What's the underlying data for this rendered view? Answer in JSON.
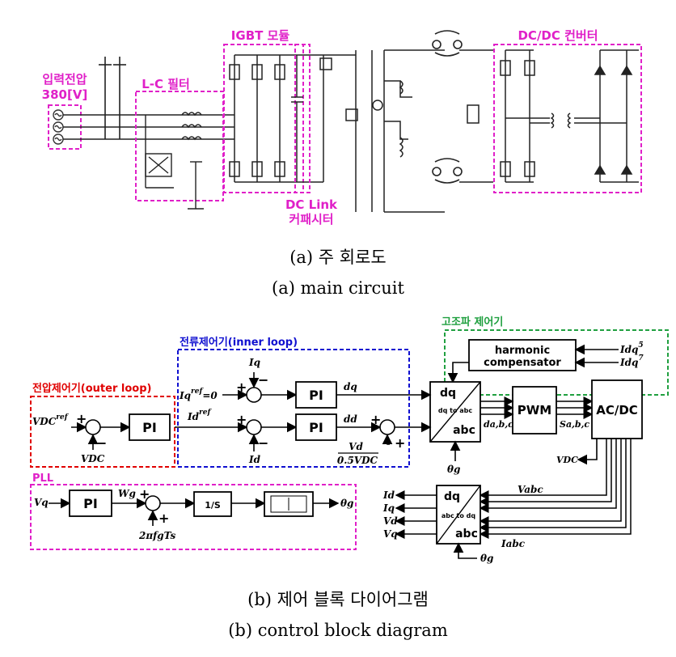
{
  "circuit": {
    "input_label_1": "입력전압",
    "input_label_2": "380[V]",
    "lc_filter": "L-C 필터",
    "igbt_module": "IGBT 모듈",
    "dc_link_1": "DC Link",
    "dc_link_2": "커패시터",
    "dcdc_converter": "DC/DC 컨버터"
  },
  "captions": {
    "a_korean": "(a)  주 회로도",
    "a_english": "(a)  main  circuit",
    "b_korean": "(b)  제어 블록 다이어그램",
    "b_english": "(b)  control  block  diagram"
  },
  "control": {
    "harmonic_group": "고조파 제어기",
    "harmonic_block_1": "harmonic",
    "harmonic_block_2": "compensator",
    "current_group": "전류제어기(inner  loop)",
    "voltage_group": "전압제어기(outer  loop)",
    "pll_group": "PLL",
    "pi": "PI",
    "pwm": "PWM",
    "acdc": "AC/DC",
    "dq": "dq",
    "abc": "abc",
    "dq_to_abc": "dq to abc",
    "abc_to_dq": "abc to dq",
    "iq_ref": "Iq",
    "iq_ref_sup": "ref",
    "iq_ref_val": "=0",
    "id_ref": "Id",
    "id_ref_sup": "ref",
    "vdc_ref": "VDC",
    "vdc_ref_sup": "ref",
    "iq": "Iq",
    "id": "Id",
    "vdc": "VDC",
    "dq_out": "dq",
    "dd_out": "dd",
    "vd_num": "Vd",
    "vd_den": "0.5VDC",
    "dabc": "da,b,c",
    "sabc": "Sa,b,c",
    "theta_g": "θg",
    "idq5": "Idq",
    "idq5_sup": "5",
    "idq7": "Idq",
    "idq7_sup": "7",
    "vabc": "Vabc",
    "iabc": "Iabc",
    "out_id": "Id",
    "out_iq": "Iq",
    "out_vd": "Vd",
    "out_vq": "Vq",
    "vdc_out": "VDC",
    "vq_in": "Vq",
    "wg": "Wg",
    "two_pi": "2πfgTs",
    "one_over_s": "1/S",
    "plus": "+",
    "minus": "−"
  },
  "colors": {
    "magenta": "#e020c8",
    "red": "#e00000",
    "blue": "#1010d0",
    "green": "#20a040"
  }
}
